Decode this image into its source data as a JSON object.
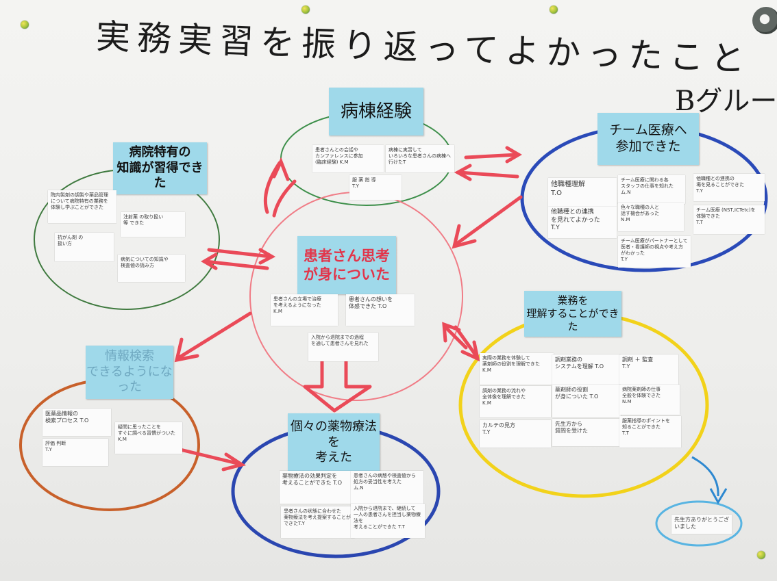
{
  "title": "実務実習を振り返ってよかったこと",
  "group": "Bグループ",
  "labels": {
    "ward": "病棟経験",
    "team": "チーム医療へ\n参加できた",
    "hospital": "病院特有の\n知識が習得できた",
    "patient": "患者さん思考\nが身についた",
    "work": "業務を\n理解することができた",
    "info": "情報検索\nできるようになった",
    "therapy": "個々の薬物療法を\n考えた"
  },
  "notes": {
    "ward_1": "患者さんとの会話や\nカンファレンスに参加\n(臨床経験)  K.M",
    "ward_2": "病棟に実習して\nいろいろな患者さんの病棟へ\n行けたT",
    "ward_3": "服 薬 指 導\nT.Y",
    "team_1": "他職種理解\nT.O",
    "team_2": "チーム医療に関わる各\nスタッフの仕事を知れた\nム.N",
    "team_3": "他職種との連携\nを見れてよかった\nT.Y",
    "team_4": "他職種との連携の\n場を見ることができた\nT.Y",
    "team_5": "色々な職種の人と\n話す機会があった\nN.M",
    "team_6": "チーム医療 (NST,ICTetc)を\n体験できた\nT.T",
    "team_7": "チーム医療がパートナーとして\n医者・看護師の視点や考え方\nがわかった\nT.Y",
    "hosp_1": "院内製剤の調製や薬品管理\nについて病院特有の業務を\n体験し学ぶことができた",
    "hosp_2": "注射薬 の取り扱い\n等 できた",
    "hosp_3": "抗がん剤 の\n扱い方",
    "hosp_4": "病気についての知識や\n検査値の読み方",
    "pat_1": "患者さんの立場で治療\nを考えるようになった\nK.M",
    "pat_2": "患者さんの想いを\n体感できた T.O",
    "pat_3": "入院から退院までの過程\nを通して患者さんを見れた",
    "info_1": "医薬品情報の\n検索プロセス T.O",
    "info_2": "疑問に思ったことを\nすぐに調べる習慣がついた\nK.M",
    "info_3": "評価 判断\nT.Y",
    "ther_1": "薬物療法の効果判定を\n考えることができた T.O",
    "ther_2": "患者さんの病態や検査値から\n処方の妥当性を考えた\nム.N",
    "ther_3": "患者さんの状態に合わせた\n薬物療法を考え提案することが\nできたT.Y",
    "ther_4": "入院から退院まで、継続して\n一人の患者さんを担当し薬物療法を\n考えることができた T.T",
    "work_1": "実際の業務を体験して\n薬剤師の役割を理解できた\nK.M",
    "work_2": "調剤業務の\nシステムを理解 T.O",
    "work_3": "調剤 ＋ 監査\nT.Y",
    "work_4": "調剤の業務の流れや\n全体像を理解できた\nK.M",
    "work_5": "薬剤師の役割\nが身についた T.O",
    "work_6": "病院薬剤師の仕事\n全般を体験できた\nN.M",
    "work_7": "カルテの見方\nT.Y",
    "work_8": "先生方から\n質問を受けた",
    "work_9": "服薬指導のポイントを\n知ることができた\nT.T",
    "thanks": "先生方ありがとうございました"
  },
  "colors": {
    "label_bg": "#9fd9ea",
    "arrow_red": "#ea4a58",
    "patient_text": "#e2354a",
    "info_text": "#6fa8c0",
    "ward_circle": "#3d8f4a",
    "team_circle": "#2a4ab8",
    "hospital_circle": "#3f7a3f",
    "patient_circle": "#f07c86",
    "work_circle": "#f2d21a",
    "info_circle": "#c8602a",
    "therapy_circle": "#2a46b0",
    "thanks_circle": "#58b4e2"
  }
}
